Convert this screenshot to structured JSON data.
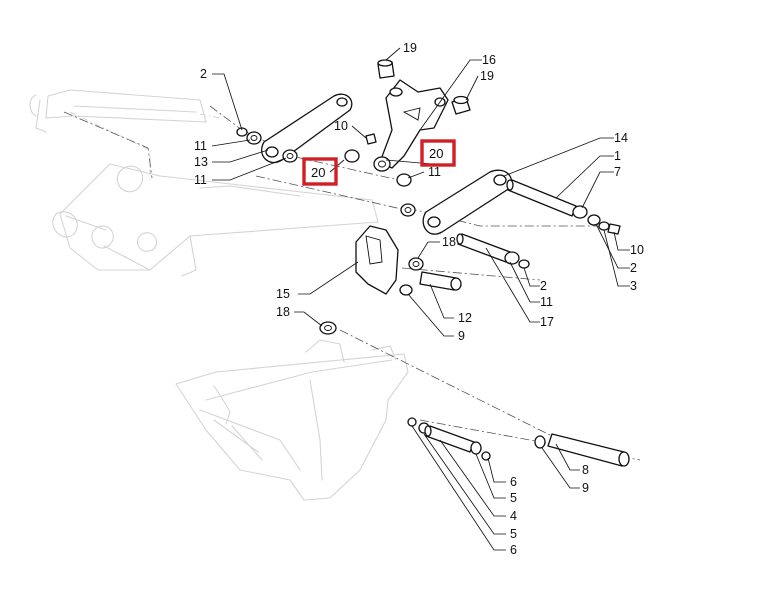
{
  "labels": [
    {
      "id": "l-19a",
      "text": "19"
    },
    {
      "id": "l-16",
      "text": "16"
    },
    {
      "id": "l-19b",
      "text": "19"
    },
    {
      "id": "l-2a",
      "text": "2"
    },
    {
      "id": "l-10a",
      "text": "10"
    },
    {
      "id": "l-11a",
      "text": "11"
    },
    {
      "id": "l-13",
      "text": "13"
    },
    {
      "id": "l-11b",
      "text": "11"
    },
    {
      "id": "l-11c",
      "text": "11"
    },
    {
      "id": "l-14",
      "text": "14"
    },
    {
      "id": "l-1",
      "text": "1"
    },
    {
      "id": "l-7",
      "text": "7"
    },
    {
      "id": "l-10b",
      "text": "10"
    },
    {
      "id": "l-2b",
      "text": "2"
    },
    {
      "id": "l-3",
      "text": "3"
    },
    {
      "id": "l-18a",
      "text": "18"
    },
    {
      "id": "l-2c",
      "text": "2"
    },
    {
      "id": "l-11d",
      "text": "11"
    },
    {
      "id": "l-17",
      "text": "17"
    },
    {
      "id": "l-15",
      "text": "15"
    },
    {
      "id": "l-18b",
      "text": "18"
    },
    {
      "id": "l-12",
      "text": "12"
    },
    {
      "id": "l-9a",
      "text": "9"
    },
    {
      "id": "l-8",
      "text": "8"
    },
    {
      "id": "l-9b",
      "text": "9"
    },
    {
      "id": "l-6a",
      "text": "6"
    },
    {
      "id": "l-5a",
      "text": "5"
    },
    {
      "id": "l-4",
      "text": "4"
    },
    {
      "id": "l-5b",
      "text": "5"
    },
    {
      "id": "l-6b",
      "text": "6"
    }
  ],
  "highlights": [
    {
      "id": "h-20a",
      "text": "20"
    },
    {
      "id": "h-20b",
      "text": "20"
    }
  ],
  "colors": {
    "highlight": "#d11f26",
    "ghost": "#d4d4d4",
    "ink": "#111111"
  }
}
